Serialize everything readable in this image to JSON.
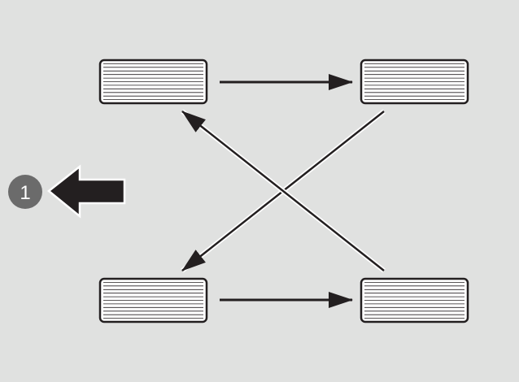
{
  "diagram": {
    "title": "",
    "nodes": [
      {
        "id": "tire-front-left",
        "type": "tire"
      },
      {
        "id": "tire-front-right",
        "type": "tire"
      },
      {
        "id": "tire-rear-left",
        "type": "tire"
      },
      {
        "id": "tire-rear-right",
        "type": "tire"
      }
    ],
    "edges": [
      {
        "from": "tire-front-left",
        "to": "tire-front-right"
      },
      {
        "from": "tire-front-right",
        "to": "tire-rear-left"
      },
      {
        "from": "tire-rear-left",
        "to": "tire-rear-right"
      },
      {
        "from": "tire-rear-right",
        "to": "tire-front-left"
      }
    ],
    "direction_indicator": {
      "label": "1",
      "icon": "direction-arrow-left-icon"
    }
  },
  "colors": {
    "background": "#e0e1e0",
    "tire_fill": "#ffffff",
    "tire_outline": "#231f20",
    "arrow": "#231f20",
    "badge": "#6b6b6b",
    "badge_text": "#ffffff"
  }
}
